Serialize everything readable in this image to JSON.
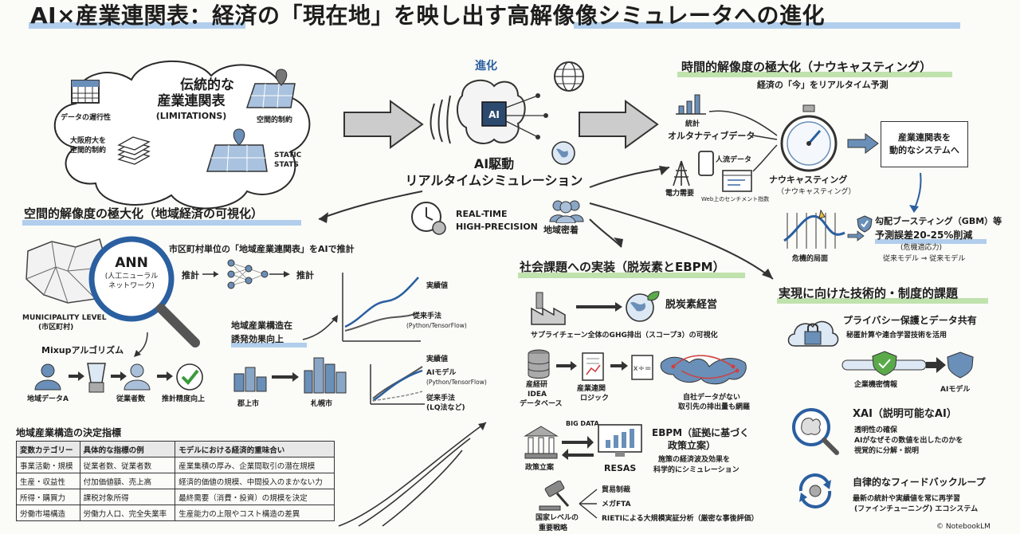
{
  "title": "AI×産業連関表：経済の「現在地」を映し出す高解像像シミュレータへの進化",
  "cloud": {
    "heading1": "伝統的な",
    "heading2": "産業連関表",
    "heading3": "(LIMITATIONS)",
    "data_lag": "データの遅行性",
    "osaka1": "大阪府大を",
    "osaka2": "空間的制約",
    "spatial": "空間的制約",
    "static1": "STATIC",
    "static2": "STATS"
  },
  "center": {
    "evolution": "進化",
    "ai_chip": "AI",
    "driven1": "AI駆動",
    "driven2": "リアルタイムシミュレーション",
    "rt1": "REAL-TIME",
    "rt2": "HIGH-PRECISION",
    "regional": "地域密着"
  },
  "time": {
    "heading": "時間的解像度の極大化（ナウキャスティング）",
    "sub": "経済の「今」をリアルタイム予測",
    "stats": "統計",
    "altdata": "オルタナティブデータ",
    "flow": "人流データ",
    "power": "電力需要",
    "web": "Web上のセンチメント指数",
    "nowcast1": "ナウキャスティング",
    "nowcast2": "（ナウキャスティング）",
    "dynamic1": "産業連関表を",
    "dynamic2": "動的なシステムへ",
    "crisis": "危機的局面",
    "gbm1": "勾配ブースティング（GBM）等",
    "gbm2": "予測誤差20-25%削減",
    "gbm3": "(危機適応力)",
    "conventional": "従来モデル ⇒ 従来モデル"
  },
  "space": {
    "heading": "空間的解像度の極大化（地域経済の可視化）",
    "ann1": "ANN",
    "ann2": "(人工ニューラル",
    "ann3": "ネットワーク)",
    "muni1": "MUNICIPALITY LEVEL",
    "muni2": "(市区町村)",
    "estimate_title": "市区町村単位の「地域産業連関表」をAIで推計",
    "est_in": "推計",
    "est_out": "推計",
    "actual1": "実績値",
    "conv1": "従来手法",
    "conv1b": "(Python/TensorFlow)",
    "structure1": "地域産業構造在",
    "structure2": "誘発効果向上",
    "mixup": "Mixupアルゴリズム",
    "regionA": "地域データA",
    "employees": "従業者数",
    "accuracy": "推計精度向上",
    "gunjo": "郡上市",
    "sapporo": "札幌市",
    "actual2": "実績値",
    "aimodel": "AIモデル",
    "aimodel_sub": "(Python/TensorFlow)",
    "conv2": "従来手法",
    "conv2b": "(LQ法など)"
  },
  "table": {
    "caption": "地域産業構造の決定指標",
    "headers": [
      "変数カテゴリー",
      "具体的な指標の例",
      "モデルにおける経済的重味合い"
    ],
    "rows": [
      [
        "事業活動・規模",
        "従業者数、従業者数",
        "産業集積の厚み、企業間取引の潜在規模"
      ],
      [
        "生産・収益性",
        "付加価値額、売上高",
        "経済的価値の規模、中間投入のまかない力"
      ],
      [
        "所得・購買力",
        "課税対象所得",
        "最終需要（消費・投資）の規模を決定"
      ],
      [
        "労働市場構造",
        "労働力人口、完全失業率",
        "生産能力の上限やコスト構造の差異"
      ]
    ]
  },
  "social": {
    "heading": "社会課題への実装（脱炭素とEBPM）",
    "decarb": "脱炭素経営",
    "ghg": "サプライチェーン全体のGHG排出（スコープ3）の可視化",
    "db1": "産経研",
    "db2": "IDEA",
    "db3": "データベース",
    "logic1": "産業連関",
    "logic2": "ロジック",
    "nodata1": "自社データがない",
    "nodata2": "取引先の排出量も網羅",
    "bigdata": "BIG DATA",
    "ebpm1": "EBPM（証拠に基づく",
    "ebpm2": "政策立案）",
    "ebpm3": "施策の経済波及効果を",
    "ebpm4": "科学的にシミュレーション",
    "policy": "政策立案",
    "resas": "RESAS",
    "trade1": "貿易制裁",
    "trade2": "メガFTA",
    "trade3": "RIETIによる大規模実証分析（厳密な事後評価）",
    "national1": "国家レベルの",
    "national2": "重要戦略"
  },
  "challenges": {
    "heading": "実現に向けた技術的・制度的課題",
    "privacy1": "プライバシー保護とデータ共有",
    "privacy2": "秘匿計算や連合学習技術を活用",
    "corp": "企業機密情報",
    "aimodel": "AIモデル",
    "xai1": "XAI（説明可能なAI）",
    "xai2": "透明性の確保",
    "xai3": "AIがなぜその数値を出したのかを",
    "xai4": "視覚的に分解・説明",
    "loop1": "自律的なフィードバックループ",
    "loop2": "最新の統計や実績値を常に再学習",
    "loop3": "(ファインチューニング) エコシステム"
  },
  "footer": "© NotebookLM"
}
